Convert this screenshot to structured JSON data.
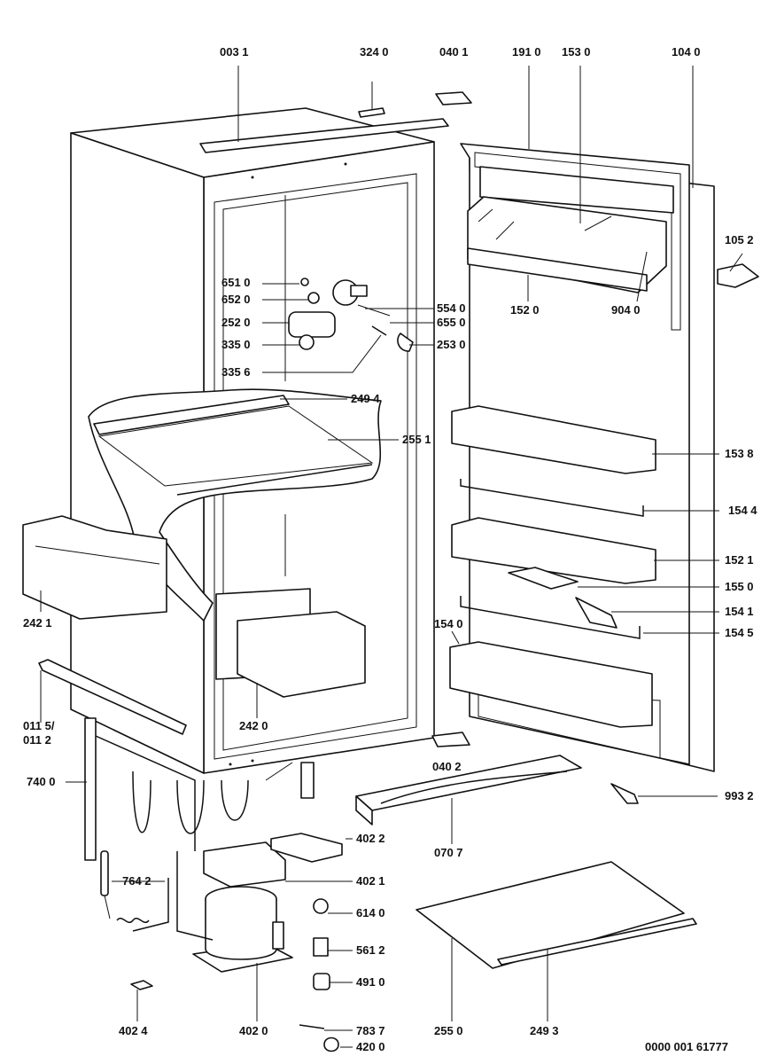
{
  "diagram": {
    "document_id": "0000 001 61777",
    "part_labels": [
      "003 1",
      "324 0",
      "040 1",
      "191 0",
      "153 0",
      "104 0",
      "105 2",
      "651 0",
      "652 0",
      "252 0",
      "335 0",
      "335 6",
      "554 0",
      "655 0",
      "253 0",
      "152 0",
      "904 0",
      "249 4",
      "255 1",
      "153 8",
      "154 4",
      "242 1",
      "152 1",
      "155 0",
      "154 1",
      "154 5",
      "154 0",
      "011 5/",
      "011 2",
      "242 0",
      "040 2",
      "740 0",
      "993 2",
      "402 2",
      "070 7",
      "764 2",
      "402 1",
      "614 0",
      "561 2",
      "491 0",
      "402 4",
      "402 0",
      "783 7",
      "255 0",
      "249 3",
      "420 0"
    ]
  }
}
